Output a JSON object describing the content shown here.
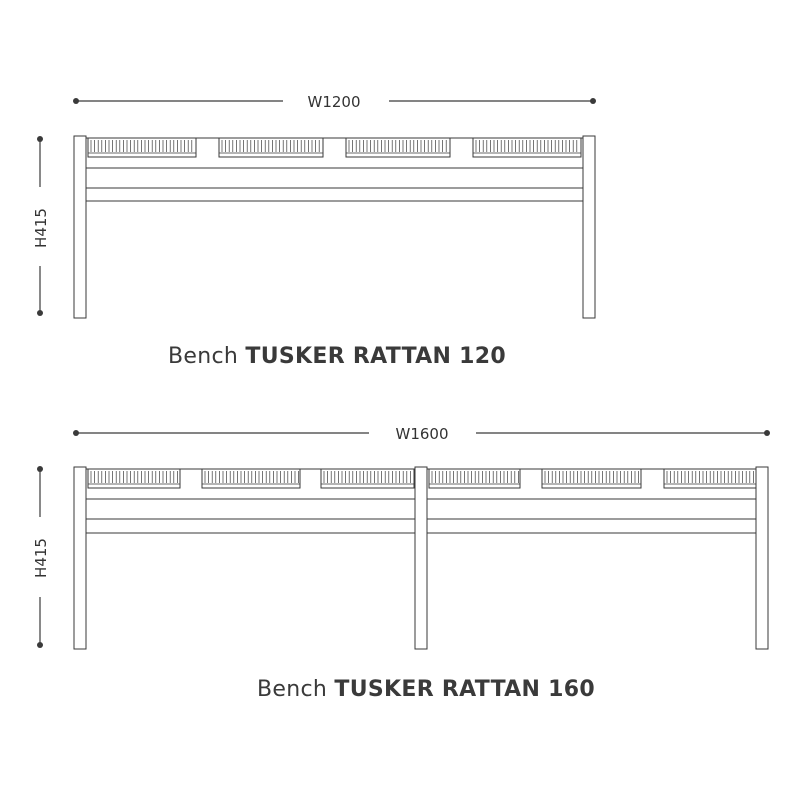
{
  "colors": {
    "line": "#3a3a3a",
    "background": "#ffffff"
  },
  "benches": [
    {
      "width_label": "W1200",
      "height_label": "H415",
      "title_prefix": "Bench",
      "title_name": "TUSKER RATTAN 120",
      "rattan_panels": 4,
      "middle_legs": 0
    },
    {
      "width_label": "W1600",
      "height_label": "H415",
      "title_prefix": "Bench",
      "title_name": "TUSKER RATTAN 160",
      "rattan_panels": 6,
      "middle_legs": 1
    }
  ]
}
